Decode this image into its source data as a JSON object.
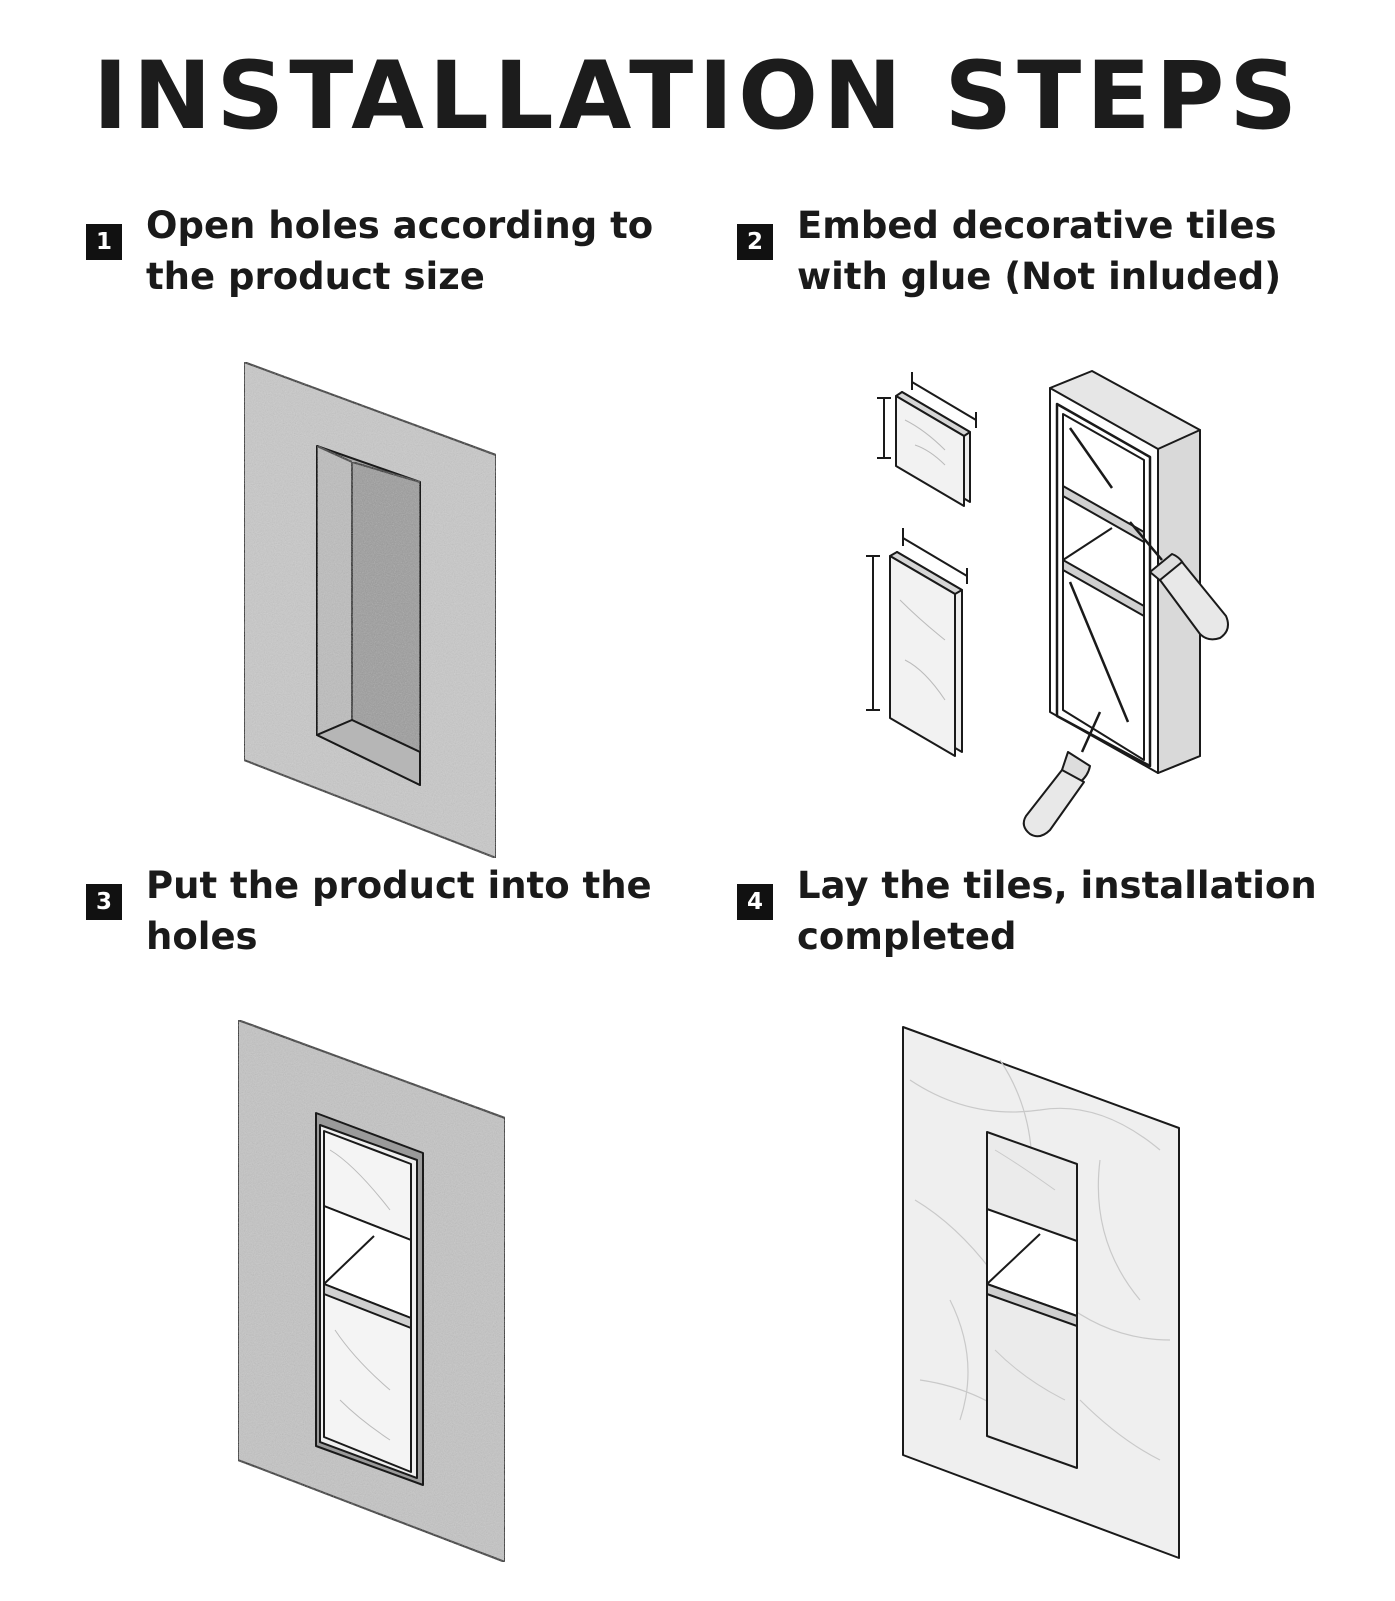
{
  "title": "INSTALLATION STEPS",
  "steps": [
    {
      "number": "1",
      "text": "Open holes according to the product size"
    },
    {
      "number": "2",
      "text": "Embed decorative tiles with glue (Not inluded)"
    },
    {
      "number": "3",
      "text": "Put the product into the holes"
    },
    {
      "number": "4",
      "text": "Lay the tiles, installation completed"
    }
  ],
  "colors": {
    "ink": "#1a1a1a",
    "wall": "#c9c9c9",
    "niche": "#a9a9a9",
    "marble": "#eeeeee",
    "badge": "#111111"
  },
  "icons": [
    "wall-hole-illustration",
    "tile-and-glue-illustration",
    "niche-in-wall-illustration",
    "tiled-wall-illustration",
    "glue-gun-icon"
  ]
}
